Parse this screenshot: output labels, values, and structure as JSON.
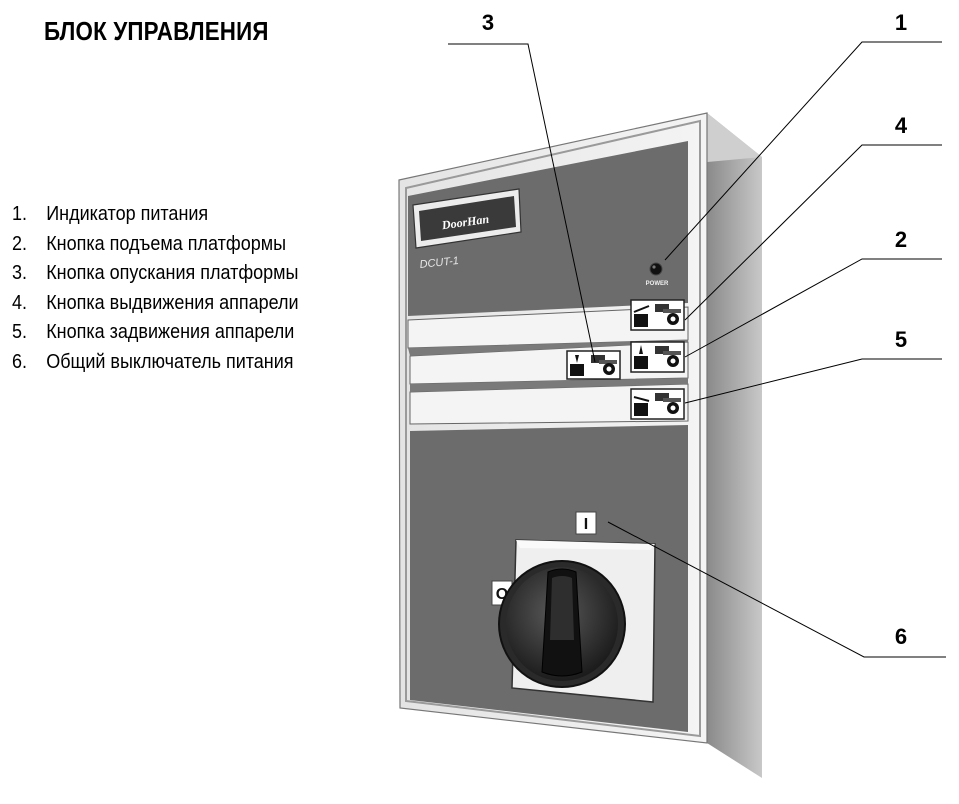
{
  "title": "БЛОК УПРАВЛЕНИЯ",
  "legend": [
    {
      "num": "1.",
      "text": "Индикатор питания"
    },
    {
      "num": "2.",
      "text": "Кнопка подъема платформы"
    },
    {
      "num": "3.",
      "text": "Кнопка опускания платформы"
    },
    {
      "num": "4.",
      "text": "Кнопка выдвижения аппарели"
    },
    {
      "num": "5.",
      "text": "Кнопка задвижения аппарели"
    },
    {
      "num": "6.",
      "text": "Общий выключатель питания"
    }
  ],
  "callouts": [
    "1",
    "2",
    "3",
    "4",
    "5",
    "6"
  ],
  "device": {
    "logo": "DoorHan",
    "model": "DCUT-1",
    "indicator_label": "POWER",
    "switch_on": "I",
    "switch_off": "O"
  }
}
